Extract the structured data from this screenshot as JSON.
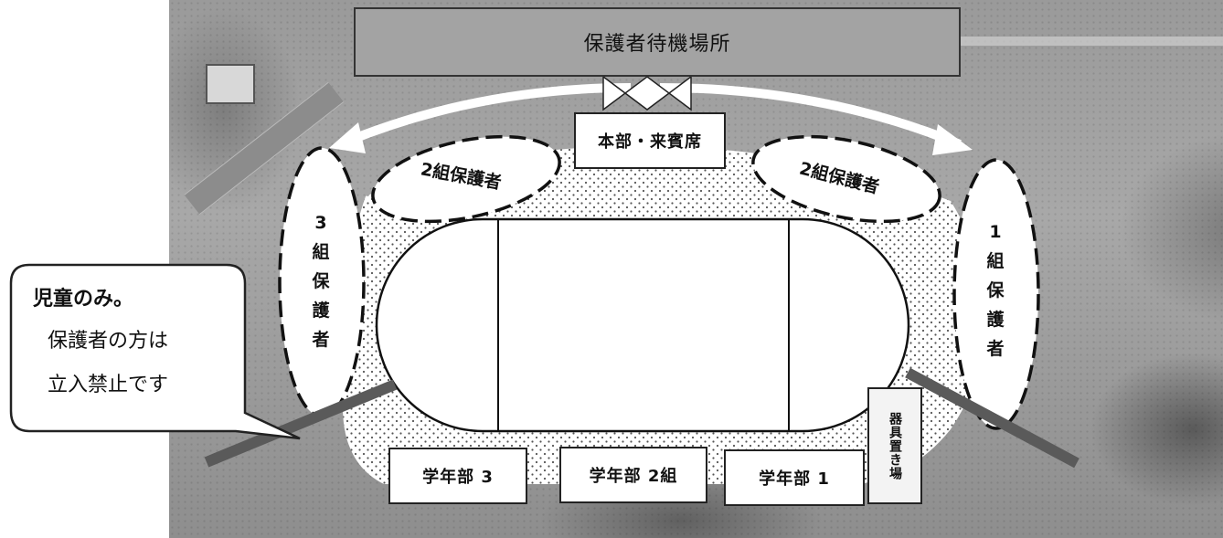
{
  "labels": {
    "waiting_area": "保護者待機場所",
    "headquarters": "本部・来賓席",
    "parents_group2_left": "2組保護者",
    "parents_group2_right": "2組保護者",
    "parents_group3": "3\n組\n保\n護\n者",
    "parents_group1": "1\n組\n保\n護\n者",
    "grade_area_3": "学年部 3",
    "grade_area_2": "学年部 2組",
    "grade_area_1": "学年部 1",
    "equipment_area": "器具置き場"
  },
  "notice": {
    "line1": "児童のみ。",
    "line2": "保護者の方は",
    "line3": "立入禁止です"
  },
  "colors": {
    "waiting_area_fill": "#a3a3a3",
    "barrier": "#5a5a5a",
    "arrow": "#ffffff"
  }
}
